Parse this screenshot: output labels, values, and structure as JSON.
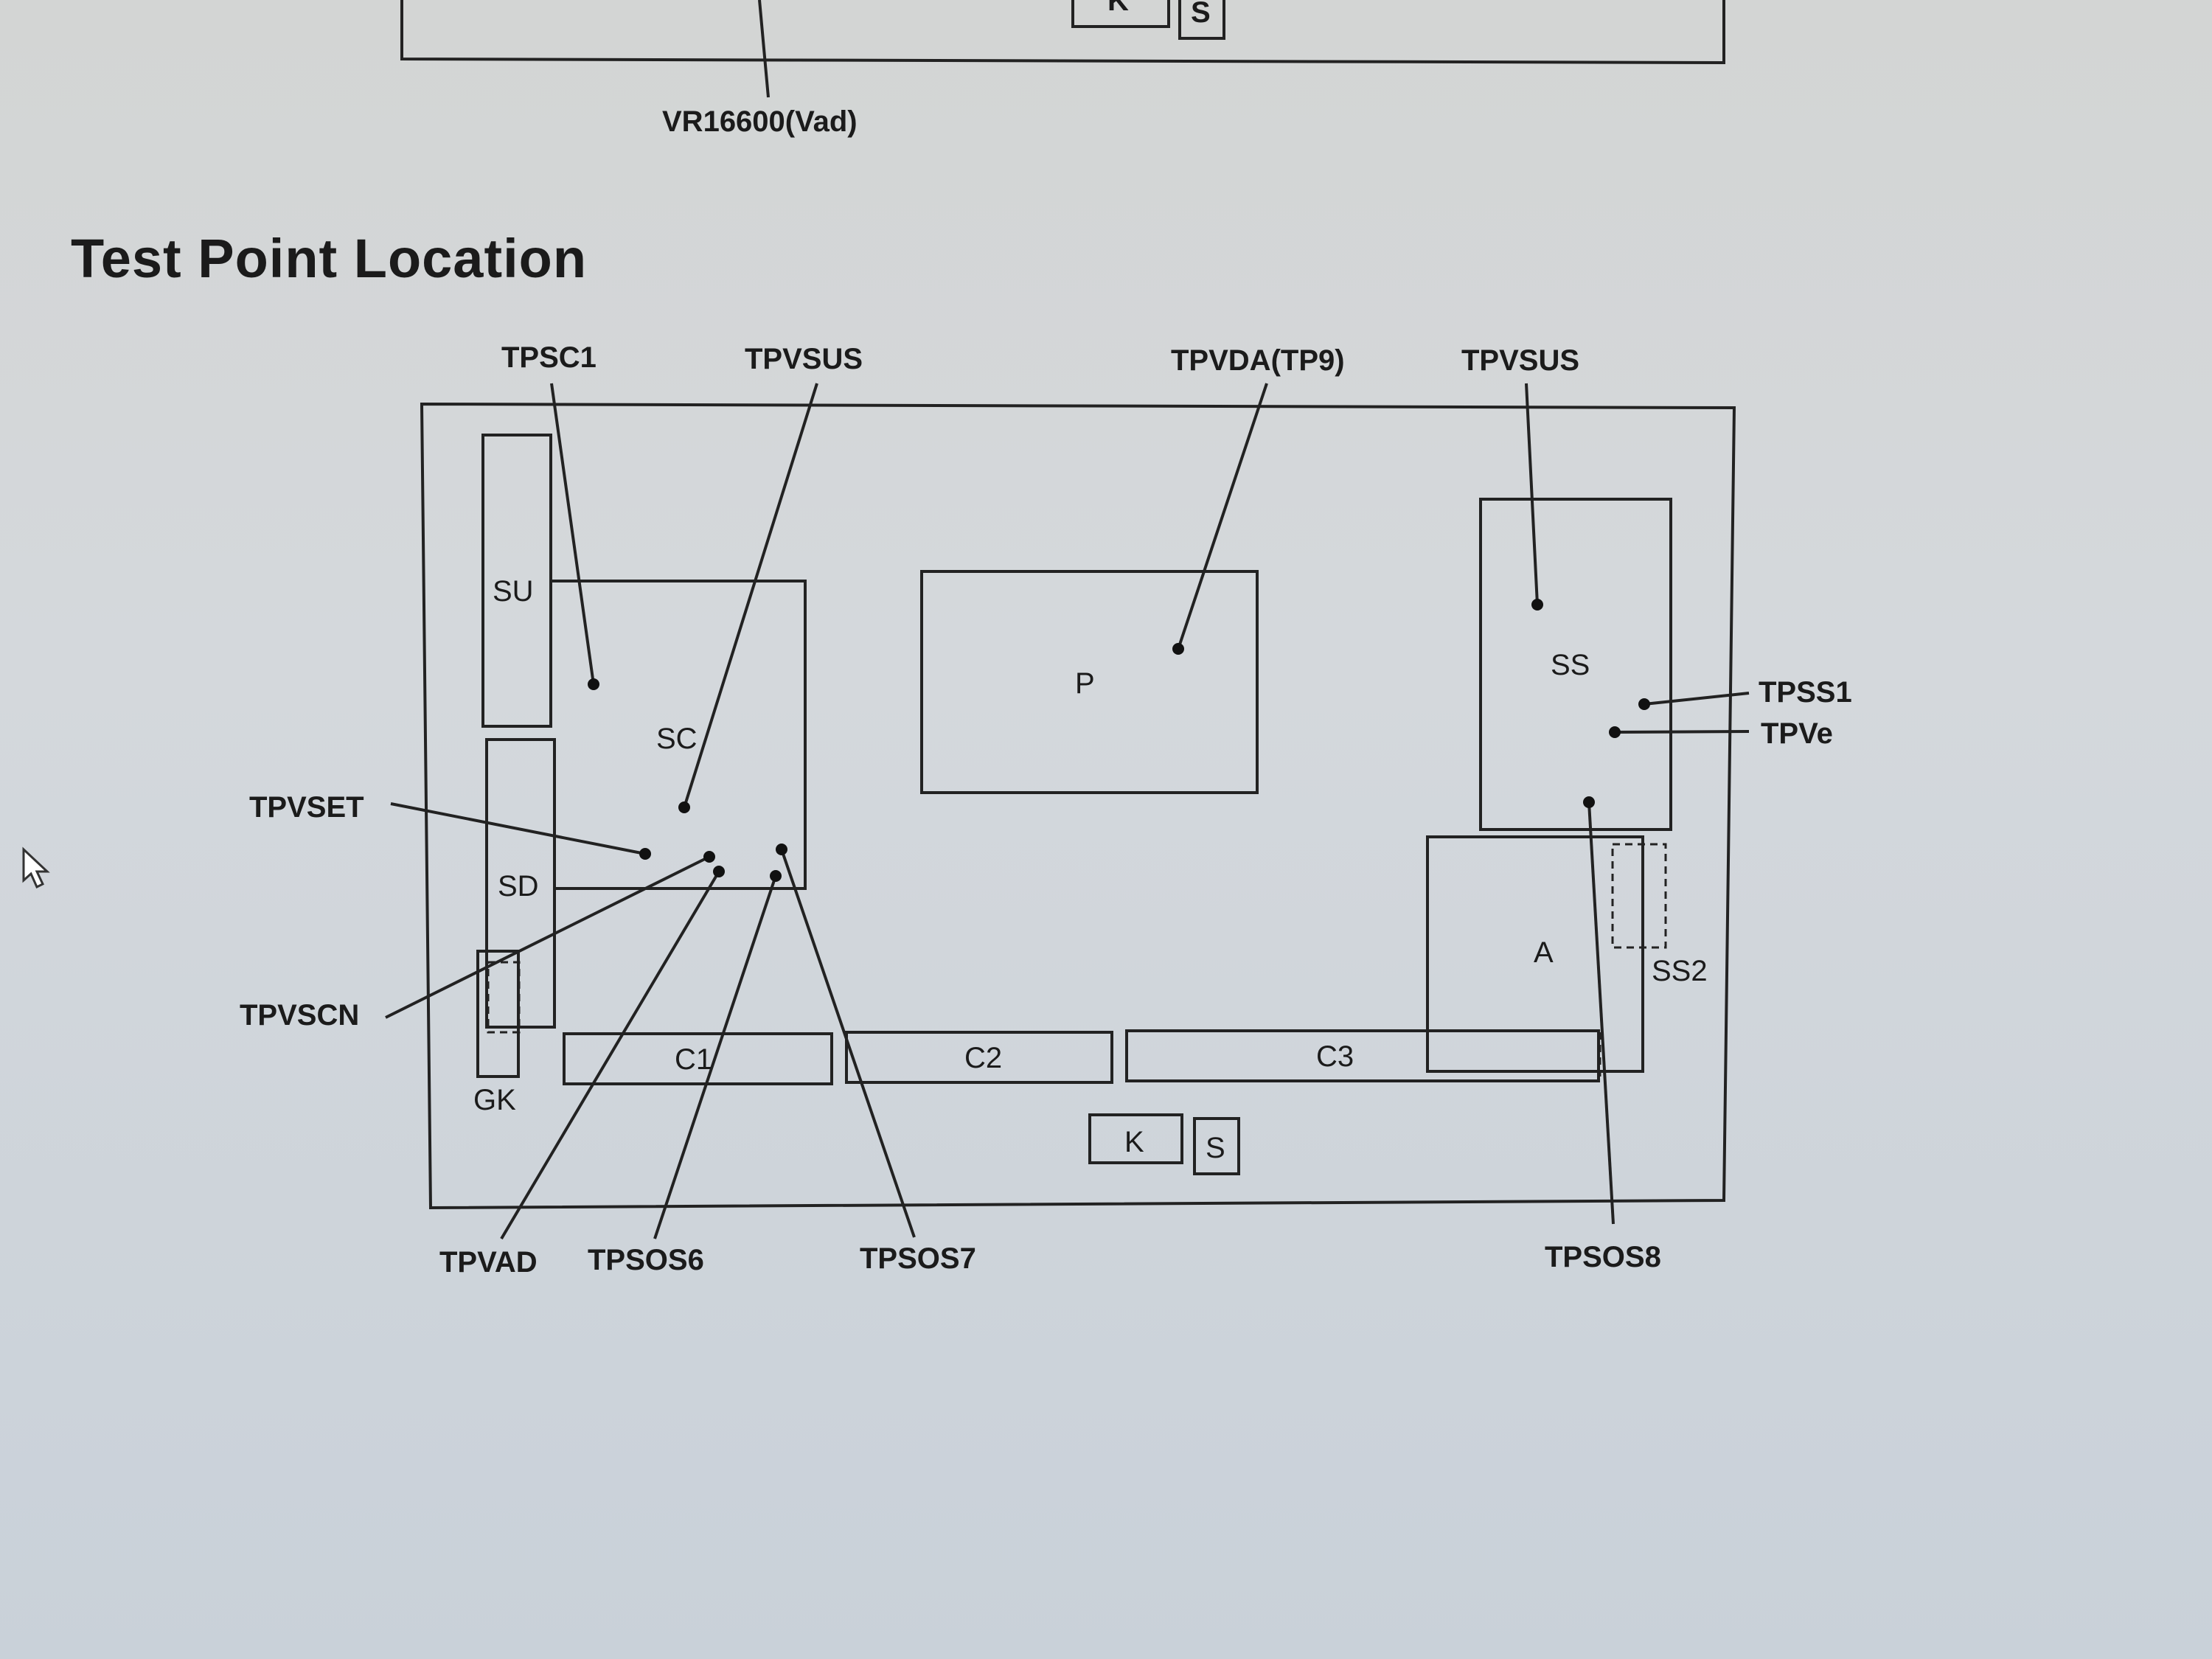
{
  "page": {
    "heading": "Test Point Location",
    "previous_figure_label": "VR16600(Vad)",
    "previous_figure_boxes": [
      "K",
      "S"
    ]
  },
  "board": {
    "components": [
      "SU",
      "SD",
      "GK",
      "SC",
      "P",
      "SS",
      "A",
      "SS2",
      "C1",
      "C2",
      "C3",
      "K",
      "S"
    ]
  },
  "test_points": [
    "TPSC1",
    "TPVSUS",
    "TPVDA(TP9)",
    "TPVSUS",
    "TPSS1",
    "TPVe",
    "TPVSET",
    "TPVSCN",
    "TPVAD",
    "TPSOS6",
    "TPSOS7",
    "TPSOS8"
  ],
  "colors": {
    "line": "#222222",
    "text": "#1b1b1b"
  }
}
